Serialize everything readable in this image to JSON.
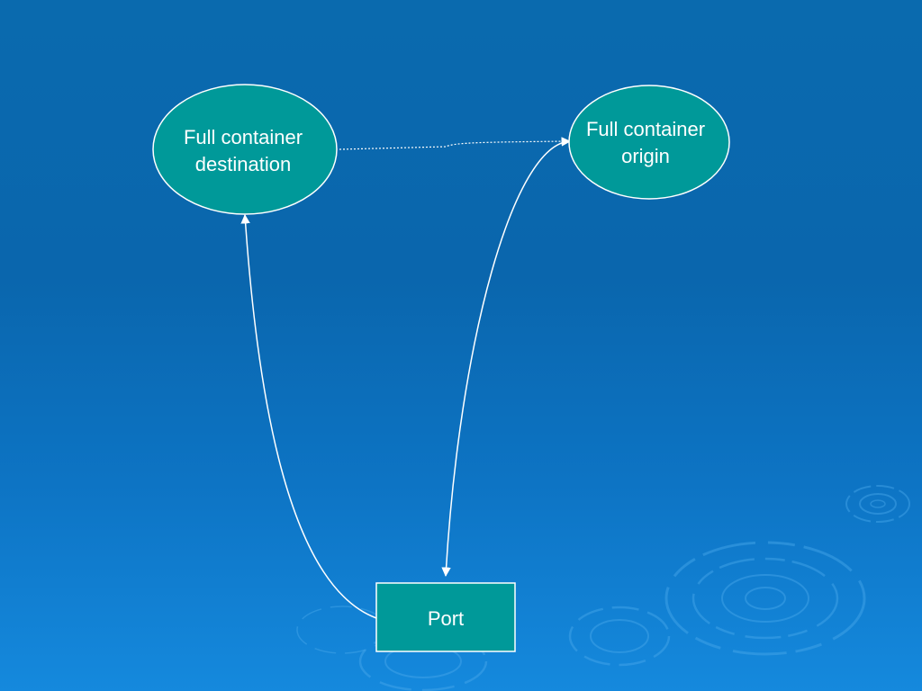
{
  "nodes": {
    "full_container_destination": {
      "line1": "Full container",
      "line2": "destination",
      "fill": "#009999"
    },
    "full_container_origin": {
      "line1": "Full container",
      "line2": "origin",
      "fill": "#009999"
    },
    "port": {
      "label": "Port",
      "fill": "#009999"
    }
  },
  "colors": {
    "background_top": "#0a6aae",
    "background_bottom": "#1589dd",
    "connector": "#ffffff",
    "node_border": "#ffffff"
  },
  "connectors": [
    {
      "from": "port",
      "to": "full_container_destination",
      "style": "solid",
      "arrow": "end"
    },
    {
      "from": "full_container_origin",
      "to": "port",
      "style": "solid",
      "arrow": "both"
    },
    {
      "from": "full_container_destination",
      "to": "full_container_origin",
      "style": "dotted",
      "arrow": "end"
    }
  ]
}
